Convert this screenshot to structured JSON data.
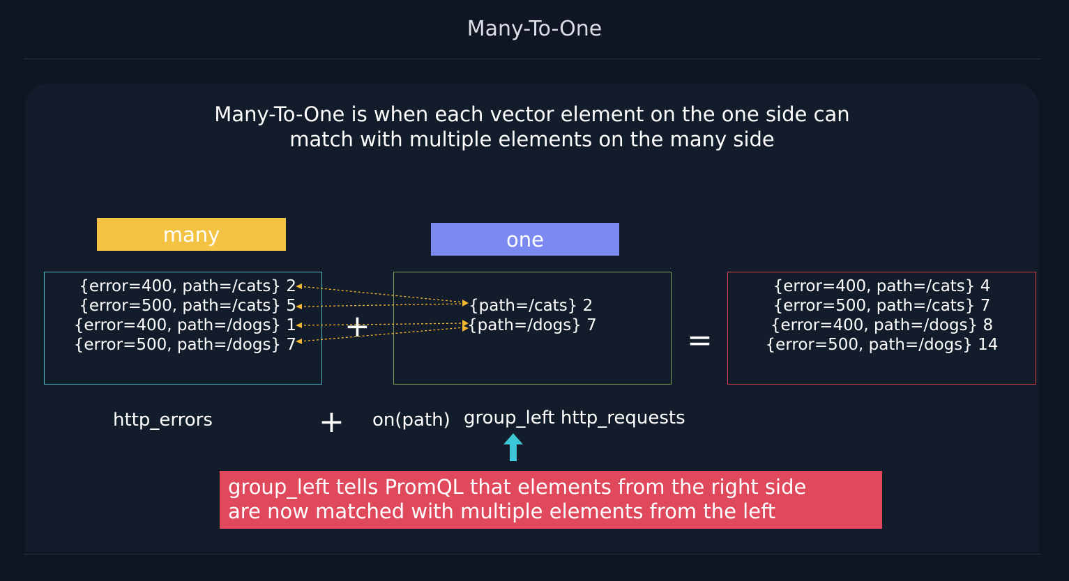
{
  "slide": {
    "title": "Many-To-One",
    "headline": [
      "Many-To-One is when each vector element on the one side can",
      "match with multiple elements on the many side"
    ]
  },
  "labels": {
    "many": "many",
    "one": "one"
  },
  "many_side": {
    "rows": [
      "{error=400, path=/cats} 2",
      "{error=500, path=/cats} 5",
      "{error=400, path=/dogs} 1",
      "{error=500, path=/dogs} 7"
    ]
  },
  "one_side": {
    "rows": [
      "{path=/cats} 2",
      "{path=/dogs} 7"
    ]
  },
  "result": {
    "rows": [
      "{error=400, path=/cats} 4",
      "{error=500, path=/cats} 7",
      "{error=400, path=/dogs} 8",
      "{error=500, path=/dogs} 14"
    ]
  },
  "operators": {
    "plus": "+",
    "equals": "="
  },
  "expression": {
    "left": "http_errors",
    "plus": "+",
    "on": "on(path)",
    "group": "group_left http_requests"
  },
  "note": {
    "lines": [
      "group_left tells PromQL that  elements from the right side",
      "are now matched with multiple elements  from the left"
    ]
  },
  "colors": {
    "many_label": "#f5c343",
    "one_label": "#7b89f0",
    "many_border": "#4fb8c0",
    "one_border": "#7fa35a",
    "result_border": "#d9424e",
    "note_background": "#e0485c",
    "link_arrow": "#f5b731",
    "up_arrow": "#3ec7d6"
  }
}
